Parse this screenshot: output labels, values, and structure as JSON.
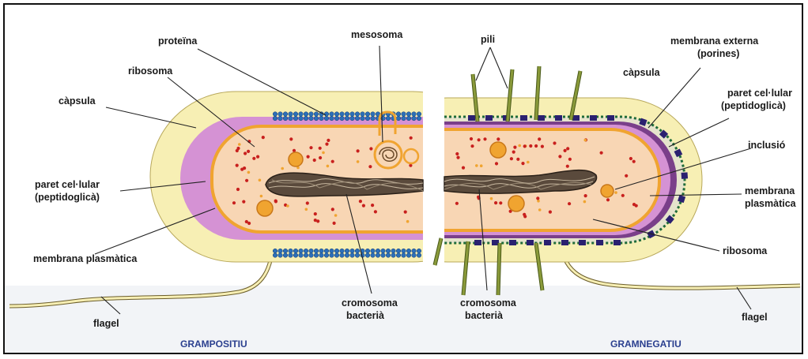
{
  "left_cell": {
    "title": "GRAMPOSITIU",
    "labels": {
      "proteina": "proteïna",
      "mesosoma": "mesosoma",
      "ribosoma": "ribosoma",
      "capsula": "càpsula",
      "paret_1": "paret cel·lular",
      "paret_2": "(peptidoglicà)",
      "membrana": "membrana plasmàtica",
      "cromosoma_1": "cromosoma",
      "cromosoma_2": "bacterià",
      "flagel": "flagel"
    }
  },
  "right_cell": {
    "title": "GRAMNEGATIU",
    "labels": {
      "pili": "pili",
      "membrana_ext_1": "membrana externa",
      "membrana_ext_2": "(porines)",
      "capsula": "càpsula",
      "paret_1": "paret cel·lular",
      "paret_2": "(peptidoglicà)",
      "inclusio": "inclusió",
      "membrana_1": "membrana",
      "membrana_2": "plasmàtica",
      "ribosoma": "ribosoma",
      "cromosoma_1": "cromosoma",
      "cromosoma_2": "bacterià",
      "flagel": "flagel"
    }
  },
  "colors": {
    "capsule": "#f7efb4",
    "wall": "#d592d4",
    "membrane": "#f0a430",
    "cytoplasm": "#f8d6b4",
    "protein": "#2c6fb8",
    "ribosome": "#c8201e",
    "chromosome": "#3a3028",
    "pili": "#8a9a3a",
    "outer_membrane": "#2a2070"
  }
}
